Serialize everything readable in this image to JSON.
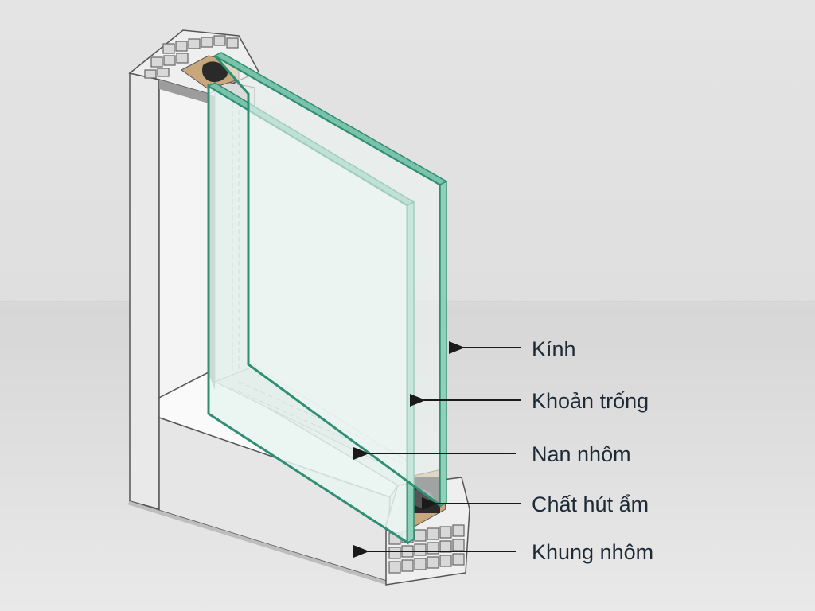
{
  "labels": [
    {
      "key": "glass",
      "text": "Kính"
    },
    {
      "key": "gap",
      "text": "Khoản trống"
    },
    {
      "key": "spacer",
      "text": "Nan nhôm"
    },
    {
      "key": "desiccant",
      "text": "Chất hút ẩm"
    },
    {
      "key": "frame",
      "text": "Khung nhôm"
    }
  ],
  "colors": {
    "glass_edge": "#2e8f72",
    "glass_fill": "#e7f2ef",
    "frame_face": "#f2f2f2",
    "frame_side": "#cfcfcf",
    "spacer": "#3a3a3a",
    "desiccant": "#c9a77c",
    "label_text": "#1f2a37"
  }
}
